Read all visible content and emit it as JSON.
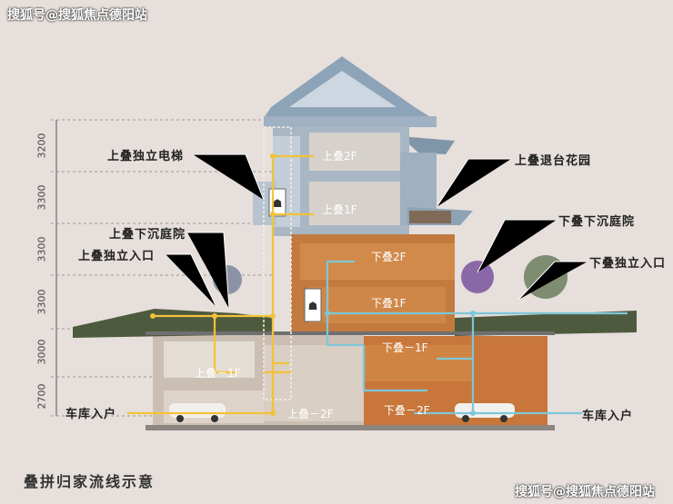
{
  "watermark_top": "搜狐号@搜狐焦点德阳站",
  "watermark_bottom": "搜狐号@搜狐焦点德阳站",
  "caption": "叠拼归家流线示意",
  "dimensions": [
    "3200",
    "3300",
    "3300",
    "3300",
    "3000",
    "2700"
  ],
  "labels": {
    "upper_elevator": "上叠独立电梯",
    "upper_sunken_courtyard": "上叠下沉庭院",
    "upper_entrance": "上叠独立入口",
    "garage_left": "车库入户",
    "upper_terrace_garden": "上叠退台花园",
    "lower_sunken_courtyard": "下叠下沉庭院",
    "lower_entrance": "下叠独立入口",
    "garage_right": "车库入户"
  },
  "rooms": {
    "u2f": "上叠2F",
    "u1f": "上叠1F",
    "l2f": "下叠2F",
    "l1f": "下叠1F",
    "lb1": "下叠－1F",
    "ub1": "上叠－1F",
    "ub2": "上叠－2F",
    "lb2": "下叠－2F"
  },
  "colors": {
    "upper_flow": "#f2c23a",
    "lower_flow": "#7fc6d8",
    "background": "#e6dfdb"
  }
}
